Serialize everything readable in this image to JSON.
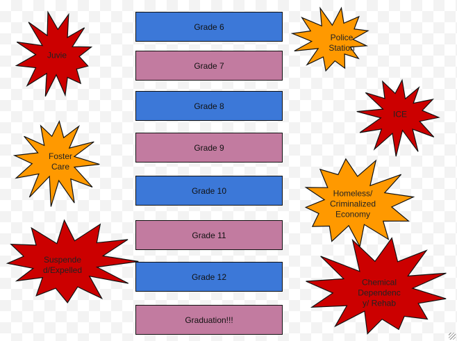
{
  "colors": {
    "blue": "#3c78d8",
    "pink": "#c27ba0",
    "red": "#cc0000",
    "orange": "#ff9900"
  },
  "grades": [
    {
      "label": "Grade 6",
      "color": "blue"
    },
    {
      "label": "Grade 7",
      "color": "pink"
    },
    {
      "label": "Grade 8",
      "color": "blue"
    },
    {
      "label": "Grade 9",
      "color": "pink"
    },
    {
      "label": "Grade 10",
      "color": "blue"
    },
    {
      "label": "Grade 11",
      "color": "pink"
    },
    {
      "label": "Grade 12",
      "color": "blue"
    },
    {
      "label": "Graduation!!!",
      "color": "pink"
    }
  ],
  "bursts": [
    {
      "label": "Juvie",
      "color": "red"
    },
    {
      "label": "Foster\nCare",
      "color": "orange"
    },
    {
      "label": "Suspende\nd/Expelled",
      "color": "red"
    },
    {
      "label": "Police\nStation",
      "color": "orange"
    },
    {
      "label": "ICE",
      "color": "red"
    },
    {
      "label": "Homeless/\nCriminalized\nEconomy",
      "color": "orange"
    },
    {
      "label": "Chemical\nDependenc\ny/ Rehab",
      "color": "red"
    }
  ]
}
